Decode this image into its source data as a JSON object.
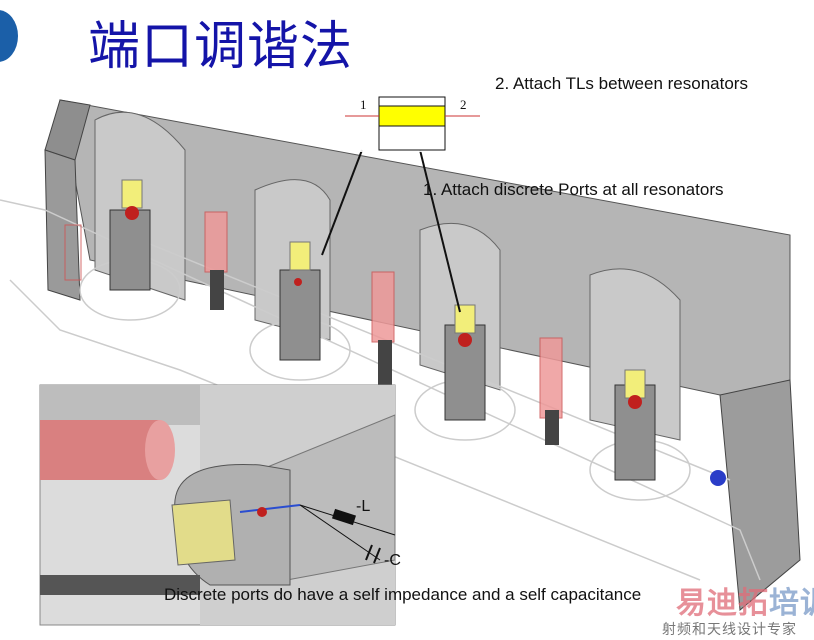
{
  "slide": {
    "title": "端口调谐法",
    "notes": {
      "step2": "2. Attach TLs between resonators",
      "step1": "1. Attach discrete Ports at all resonators"
    },
    "schematic": {
      "port1": "1",
      "port2": "2"
    },
    "inset": {
      "inductor_label": "-L",
      "capacitor_label": "-C"
    },
    "caption": "Discrete ports do have a self impedance and a self capacitance"
  },
  "watermark": {
    "brand_a": "易迪拓",
    "brand_b": "培训",
    "slogan": "射频和天线设计专家"
  },
  "colors": {
    "title": "#1414a8",
    "resonator": "#f2ee7a",
    "port": "#e87a7a",
    "wall": "#a9a9a9"
  }
}
